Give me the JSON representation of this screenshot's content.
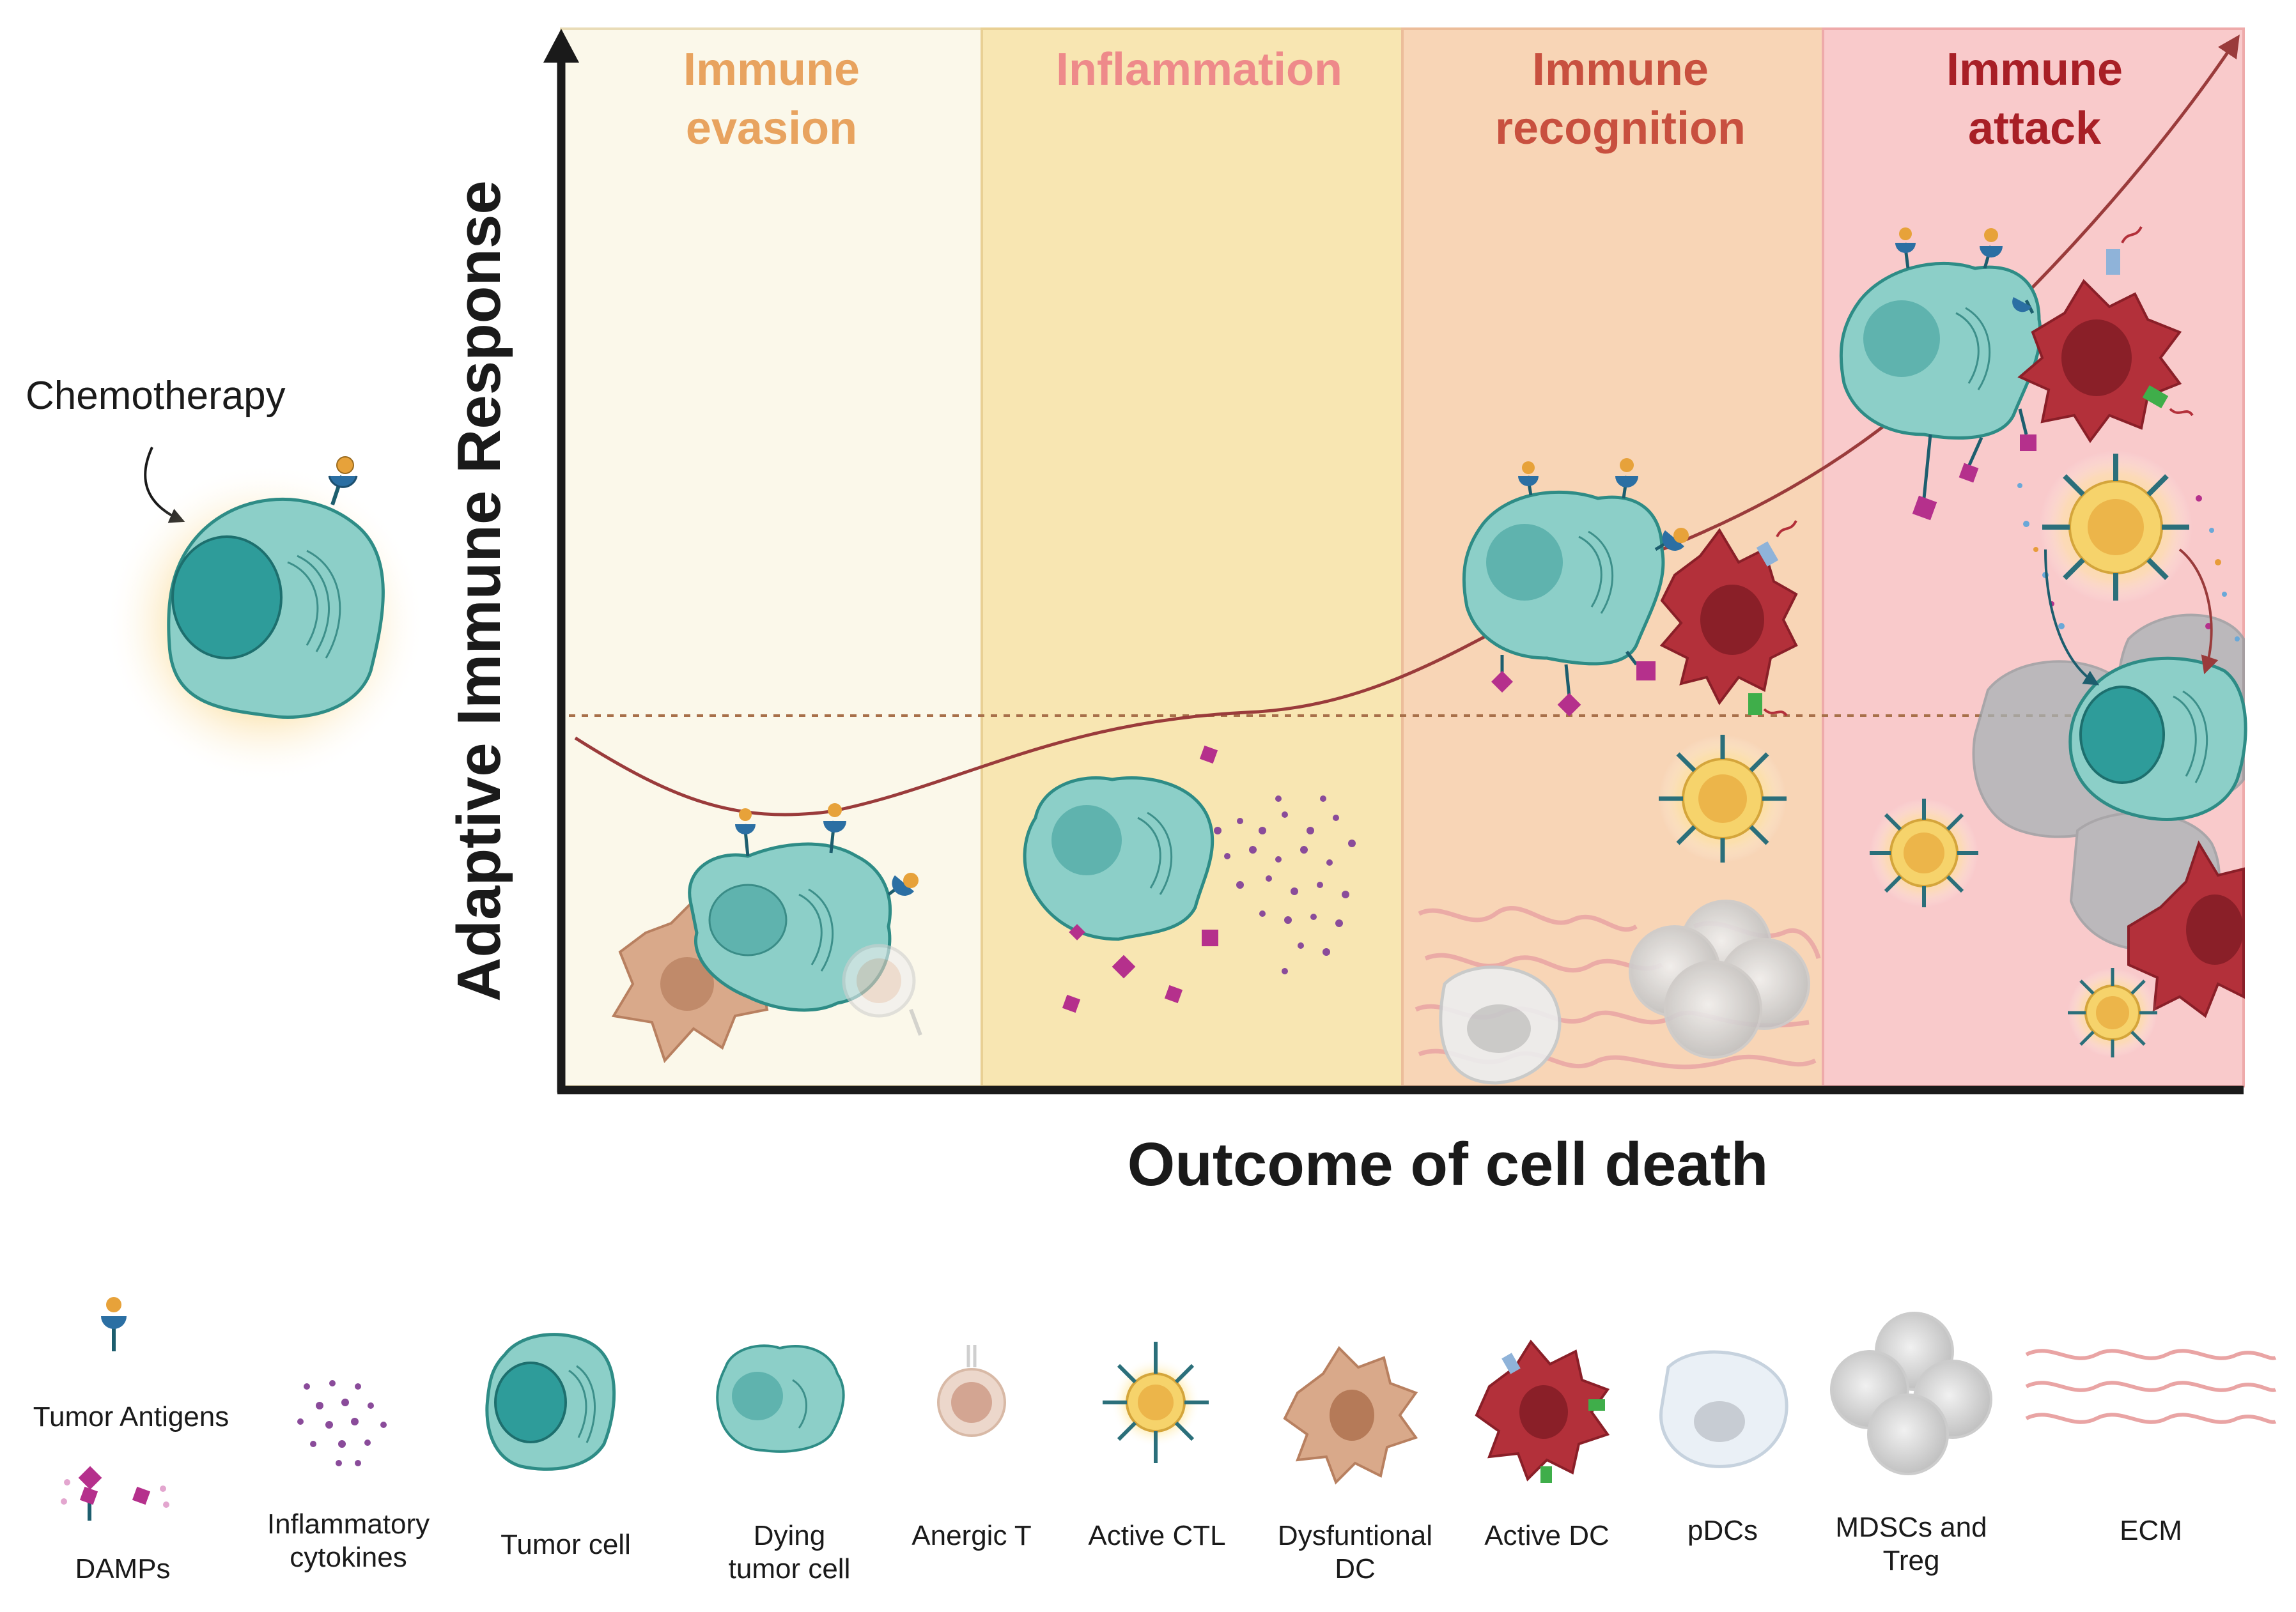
{
  "phases": [
    {
      "title": "Immune evasion",
      "lines": [
        "Immune",
        "evasion"
      ],
      "color": "#e8a35f",
      "bg": "#fbf8ea"
    },
    {
      "title": "Inflammation",
      "lines": [
        "Inflammation"
      ],
      "color": "#ee8a8a",
      "bg": "#f8e6b2"
    },
    {
      "title": "Immune recognition",
      "lines": [
        "Immune",
        "recognition"
      ],
      "color": "#c8503f",
      "bg": "#f8d5b6"
    },
    {
      "title": "Immune attack",
      "lines": [
        "Immune",
        "attack"
      ],
      "color": "#a81f26",
      "bg": "#f9cacb"
    }
  ],
  "axes": {
    "y_title": "Adaptive Immune Response",
    "x_title": "Outcome of cell death"
  },
  "trigger_label": "Chemotherapy",
  "legend": {
    "tumor_antigens": "Tumor Antigens",
    "damps": "DAMPs",
    "inflammatory_cytokines": [
      "Inflammatory",
      "cytokines"
    ],
    "tumor_cell": "Tumor cell",
    "dying_tumor_cell": [
      "Dying",
      "tumor cell"
    ],
    "anergic_t": "Anergic T",
    "active_ctl": "Active CTL",
    "dysfunctional_dc": [
      "Dysfuntional",
      "DC"
    ],
    "active_dc": "Active DC",
    "pdcs": "pDCs",
    "mdscs_treg": [
      "MDSCs and",
      "Treg"
    ],
    "ecm": "ECM"
  },
  "colors": {
    "tumor_fill": "#8ccfc8",
    "tumor_nucleus": "#2e9c9a",
    "dc_active": "#b3303a",
    "dc_dysfunctional": "#d9a98a",
    "ctl_core": "#f0c24f",
    "damp": "#b5308c",
    "cytokine": "#8a4b9a",
    "curve": "#9a3b3b",
    "ecm": "#e9a4a4"
  }
}
